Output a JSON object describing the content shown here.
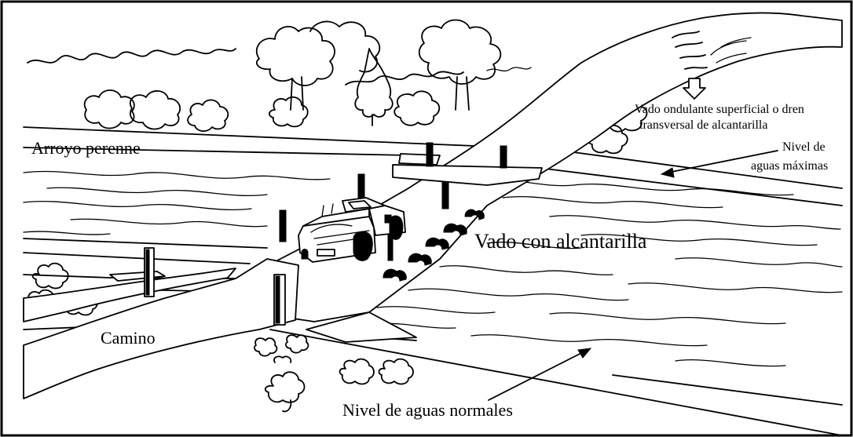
{
  "labels": {
    "vado_ondulante_line1": "Vado ondulante superficial o dren",
    "vado_ondulante_line2": "transversal de alcantarilla",
    "arroyo_perenne": "Arroyo perenne",
    "nivel_maximas_line1": "Nivel de",
    "nivel_maximas_line2": "aguas máximas",
    "vado_alcantarilla": "Vado con alcantarilla",
    "camino": "Camino",
    "nivel_normales": "Nivel de aguas normales"
  }
}
